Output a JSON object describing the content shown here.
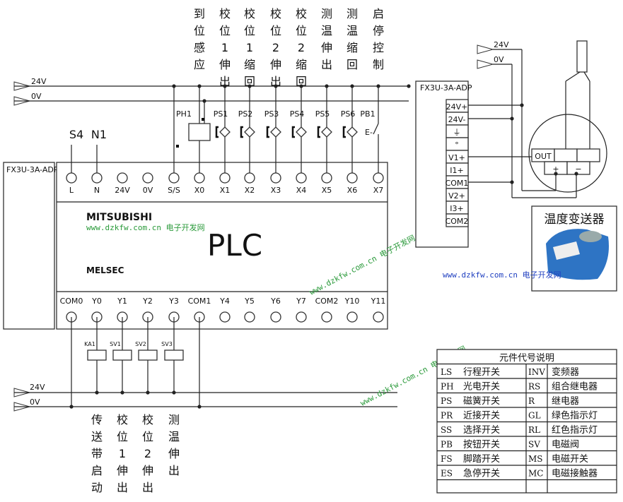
{
  "input_functions": [
    [
      "到",
      "位",
      "感",
      "应"
    ],
    [
      "校",
      "位",
      "1",
      "伸",
      "出"
    ],
    [
      "校",
      "位",
      "1",
      "缩",
      "回"
    ],
    [
      "校",
      "位",
      "2",
      "伸",
      "出"
    ],
    [
      "校",
      "位",
      "2",
      "缩",
      "回"
    ],
    [
      "测",
      "温",
      "伸",
      "出"
    ],
    [
      "测",
      "温",
      "缩",
      "回"
    ],
    [
      "启",
      "停",
      "控",
      "制"
    ]
  ],
  "rails": {
    "v24": "24V",
    "v0": "0V"
  },
  "input_devices": [
    "PH1",
    "PS1",
    "PS2",
    "PS3",
    "PS4",
    "PS5",
    "PS6",
    "PB1"
  ],
  "power_labels": [
    "S4",
    "N1"
  ],
  "adp_label": "FX3U-3A-ADP",
  "input_terminals": [
    "L",
    "N",
    "24V",
    "0V",
    "S/S",
    "X0",
    "X1",
    "X2",
    "X3",
    "X4",
    "X5",
    "X6",
    "X7"
  ],
  "output_terminals": [
    "COM0",
    "Y0",
    "Y1",
    "Y2",
    "Y3",
    "COM1",
    "Y4",
    "Y5",
    "Y6",
    "Y7",
    "COM2",
    "Y10",
    "Y11"
  ],
  "plc": {
    "brand": "MITSUBISHI",
    "title": "PLC",
    "series": "MELSEC"
  },
  "coils": [
    "KA1",
    "SV1",
    "SV2",
    "SV3"
  ],
  "output_functions": [
    [
      "传",
      "送",
      "带",
      "启",
      "动"
    ],
    [
      "校",
      "位",
      "1",
      "伸",
      "出"
    ],
    [
      "校",
      "位",
      "2",
      "伸",
      "出"
    ],
    [
      "测",
      "温",
      "伸",
      "出"
    ]
  ],
  "adp_terminals": [
    "24V+",
    "24V-",
    "⏚",
    "°",
    "V1+",
    "I1+",
    "COM1",
    "V2+",
    "I3+",
    "COM2"
  ],
  "transmitter": {
    "title": "温度变送器",
    "out": "OUT",
    "plus": "+",
    "minus": "−"
  },
  "watermark": "www.dzkfw.com.cn 电子开发网",
  "legend": {
    "title": "元件代号说明",
    "rows": [
      [
        "LS",
        "行程开关",
        "INV",
        "变频器"
      ],
      [
        "PH",
        "光电开关",
        "RS",
        "组合继电器"
      ],
      [
        "PS",
        "磁簧开关",
        "R",
        "继电器"
      ],
      [
        "PR",
        "近接开关",
        "GL",
        "绿色指示灯"
      ],
      [
        "SS",
        "选择开关",
        "RL",
        "红色指示灯"
      ],
      [
        "PB",
        "按钮开关",
        "SV",
        "电磁阀"
      ],
      [
        "FS",
        "脚踏开关",
        "MS",
        "电磁开关"
      ],
      [
        "ES",
        "急停开关",
        "MC",
        "电磁接触器"
      ]
    ]
  }
}
